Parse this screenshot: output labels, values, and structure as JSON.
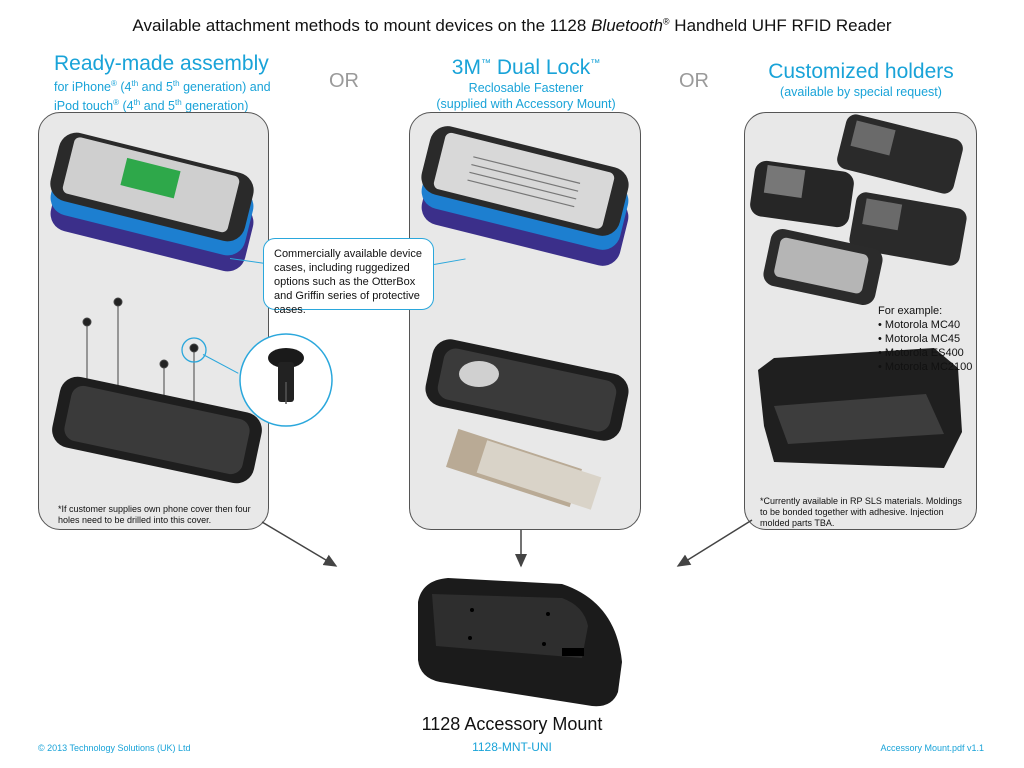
{
  "header": {
    "title_prefix": "Available attachment methods to mount devices on the 1128 ",
    "title_brand": "Bluetooth",
    "title_reg": "®",
    "title_suffix": " Handheld UHF RFID Reader"
  },
  "left": {
    "heading": "Ready-made assembly",
    "sub1_a": "for iPhone",
    "sub1_reg": "®",
    "sub1_b": " (4",
    "sub1_sup": "th",
    "sub1_c": " and 5",
    "sub1_sup2": "th",
    "sub1_d": " generation) and",
    "sub2_a": "iPod touch",
    "sub2_reg": "®",
    "sub2_b": " (4",
    "sub2_sup": "th",
    "sub2_c": " and 5",
    "sub2_sup2": "th",
    "sub2_d": " generation)",
    "note": "*If customer supplies own phone cover then four holes need to be drilled into this cover."
  },
  "separator": "OR",
  "middle": {
    "heading_a": "3M",
    "heading_tm": "™",
    "heading_b": " Dual Lock",
    "heading_tm2": "™",
    "sub1": "Reclosable Fastener",
    "sub2": "(supplied with Accessory Mount)"
  },
  "callout": "Commercially available device cases, including ruggedized options such as the OtterBox and Griffin series of protective cases.",
  "right": {
    "heading": "Customized holders",
    "sub": "(available by special request)",
    "examples_title": "For example:",
    "examples": [
      "Motorola MC40",
      "Motorola MC45",
      "Motorola ES400",
      "Motorola MC2100"
    ],
    "note": "*Currently available in RP SLS materials. Moldings to be bonded together with adhesive. Injection molded parts TBA."
  },
  "bottom": {
    "product": "1128 Accessory Mount",
    "part_number": "1128-MNT-UNI"
  },
  "footer": {
    "copyright": "© 2013 Technology Solutions (UK) Ltd",
    "file": "Accessory Mount.pdf v1.1"
  },
  "colors": {
    "accent": "#19a3d8",
    "panel": "#e8e8e8",
    "dark": "#1c1c1c"
  }
}
